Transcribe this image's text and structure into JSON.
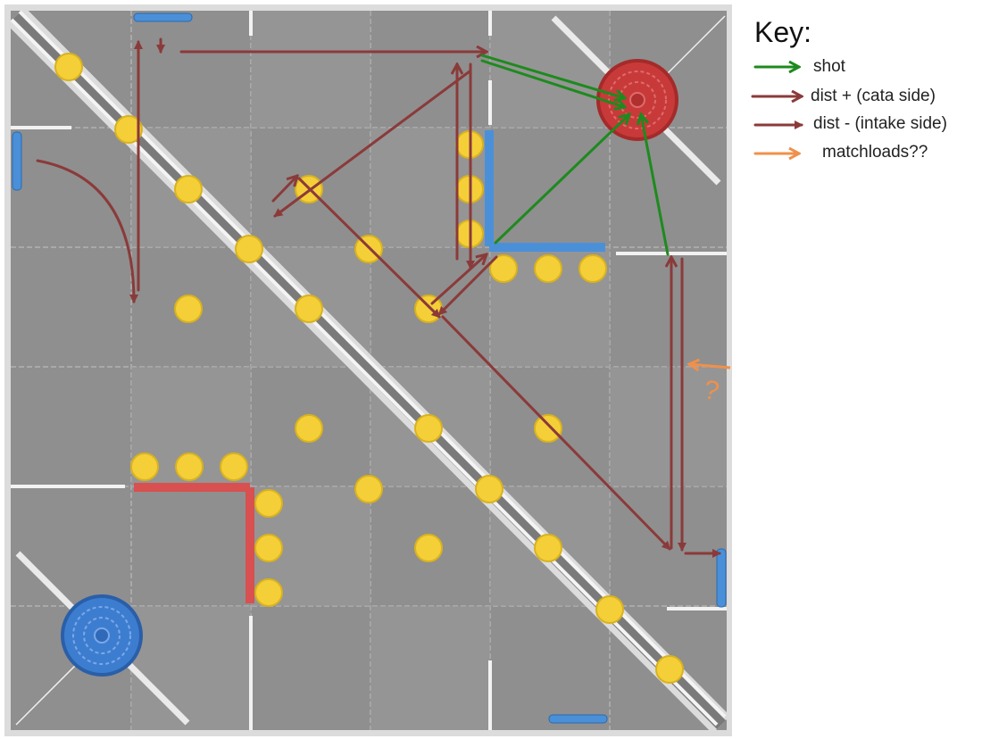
{
  "key": {
    "title": "Key:",
    "items": [
      {
        "label": "shot",
        "color": "#1e8a1e",
        "style": "open-arrow"
      },
      {
        "label": "dist + (cata side)",
        "color": "#8b3a3a",
        "style": "open-arrow"
      },
      {
        "label": "dist - (intake side)",
        "color": "#8b3a3a",
        "style": "filled-arrow"
      },
      {
        "label": "matchloads??",
        "color": "#f0904a",
        "style": "open-arrow"
      }
    ]
  },
  "field": {
    "annotation": "?",
    "colors": {
      "tile": "#8f8f8f",
      "barrier": "#e8e8e8",
      "ball": "#f4cf38",
      "red_goal": "#c83a3a",
      "blue_goal": "#3d7dd0",
      "blue_bar": "#4a90d9",
      "red_bar": "#d85050",
      "path": "#8b3a3a",
      "shot": "#1e8a1e",
      "matchload": "#f0904a"
    }
  }
}
